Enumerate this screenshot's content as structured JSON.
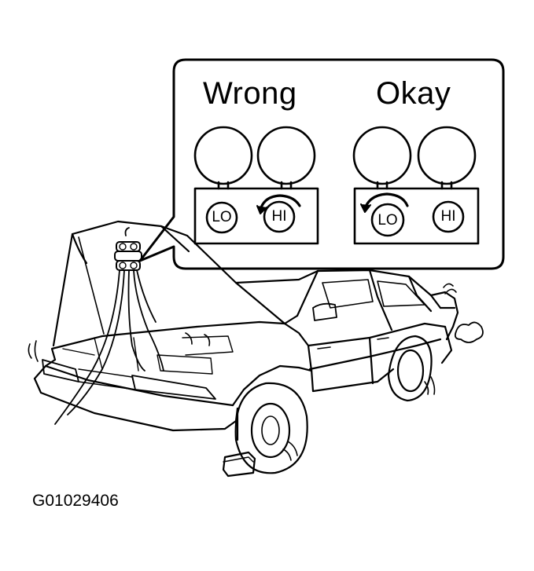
{
  "panel": {
    "wrong": {
      "heading": "Wrong",
      "lo_label": "LO",
      "hi_label": "HI"
    },
    "okay": {
      "heading": "Okay",
      "lo_label": "LO",
      "hi_label": "HI"
    }
  },
  "figure_id": "G01029406"
}
